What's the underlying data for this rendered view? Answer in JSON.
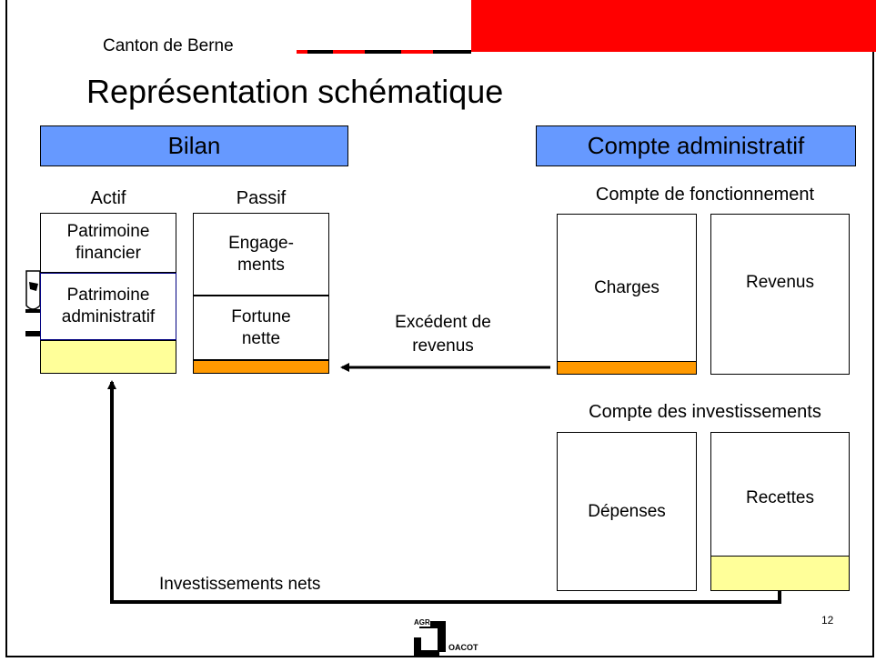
{
  "header": {
    "org": "Canton de Berne",
    "title": "Représentation schématique"
  },
  "bilan": {
    "heading": "Bilan",
    "actif": "Actif",
    "passif": "Passif",
    "patrimoine_financier": "Patrimoine financier",
    "patrimoine_administratif": "Patrimoine administratif",
    "engagements": "Engage- ments",
    "fortune_nette": "Fortune nette"
  },
  "compte": {
    "heading": "Compte administratif",
    "fonctionnement_title": "Compte de fonctionnement",
    "charges": "Charges",
    "revenus": "Revenus",
    "investissements_title": "Compte des investissements",
    "depenses": "Dépenses",
    "recettes": "Recettes"
  },
  "arrows": {
    "excedent": "Excédent de revenus",
    "investissements_nets": "Investissements nets"
  },
  "footer": {
    "page_number": "12",
    "logo_top": "AGR",
    "logo_bottom": "OACOT"
  },
  "colors": {
    "header_blue": "#6699ff",
    "orange": "#ff9900",
    "light_yellow": "#ffff99",
    "red": "#ff0000"
  }
}
